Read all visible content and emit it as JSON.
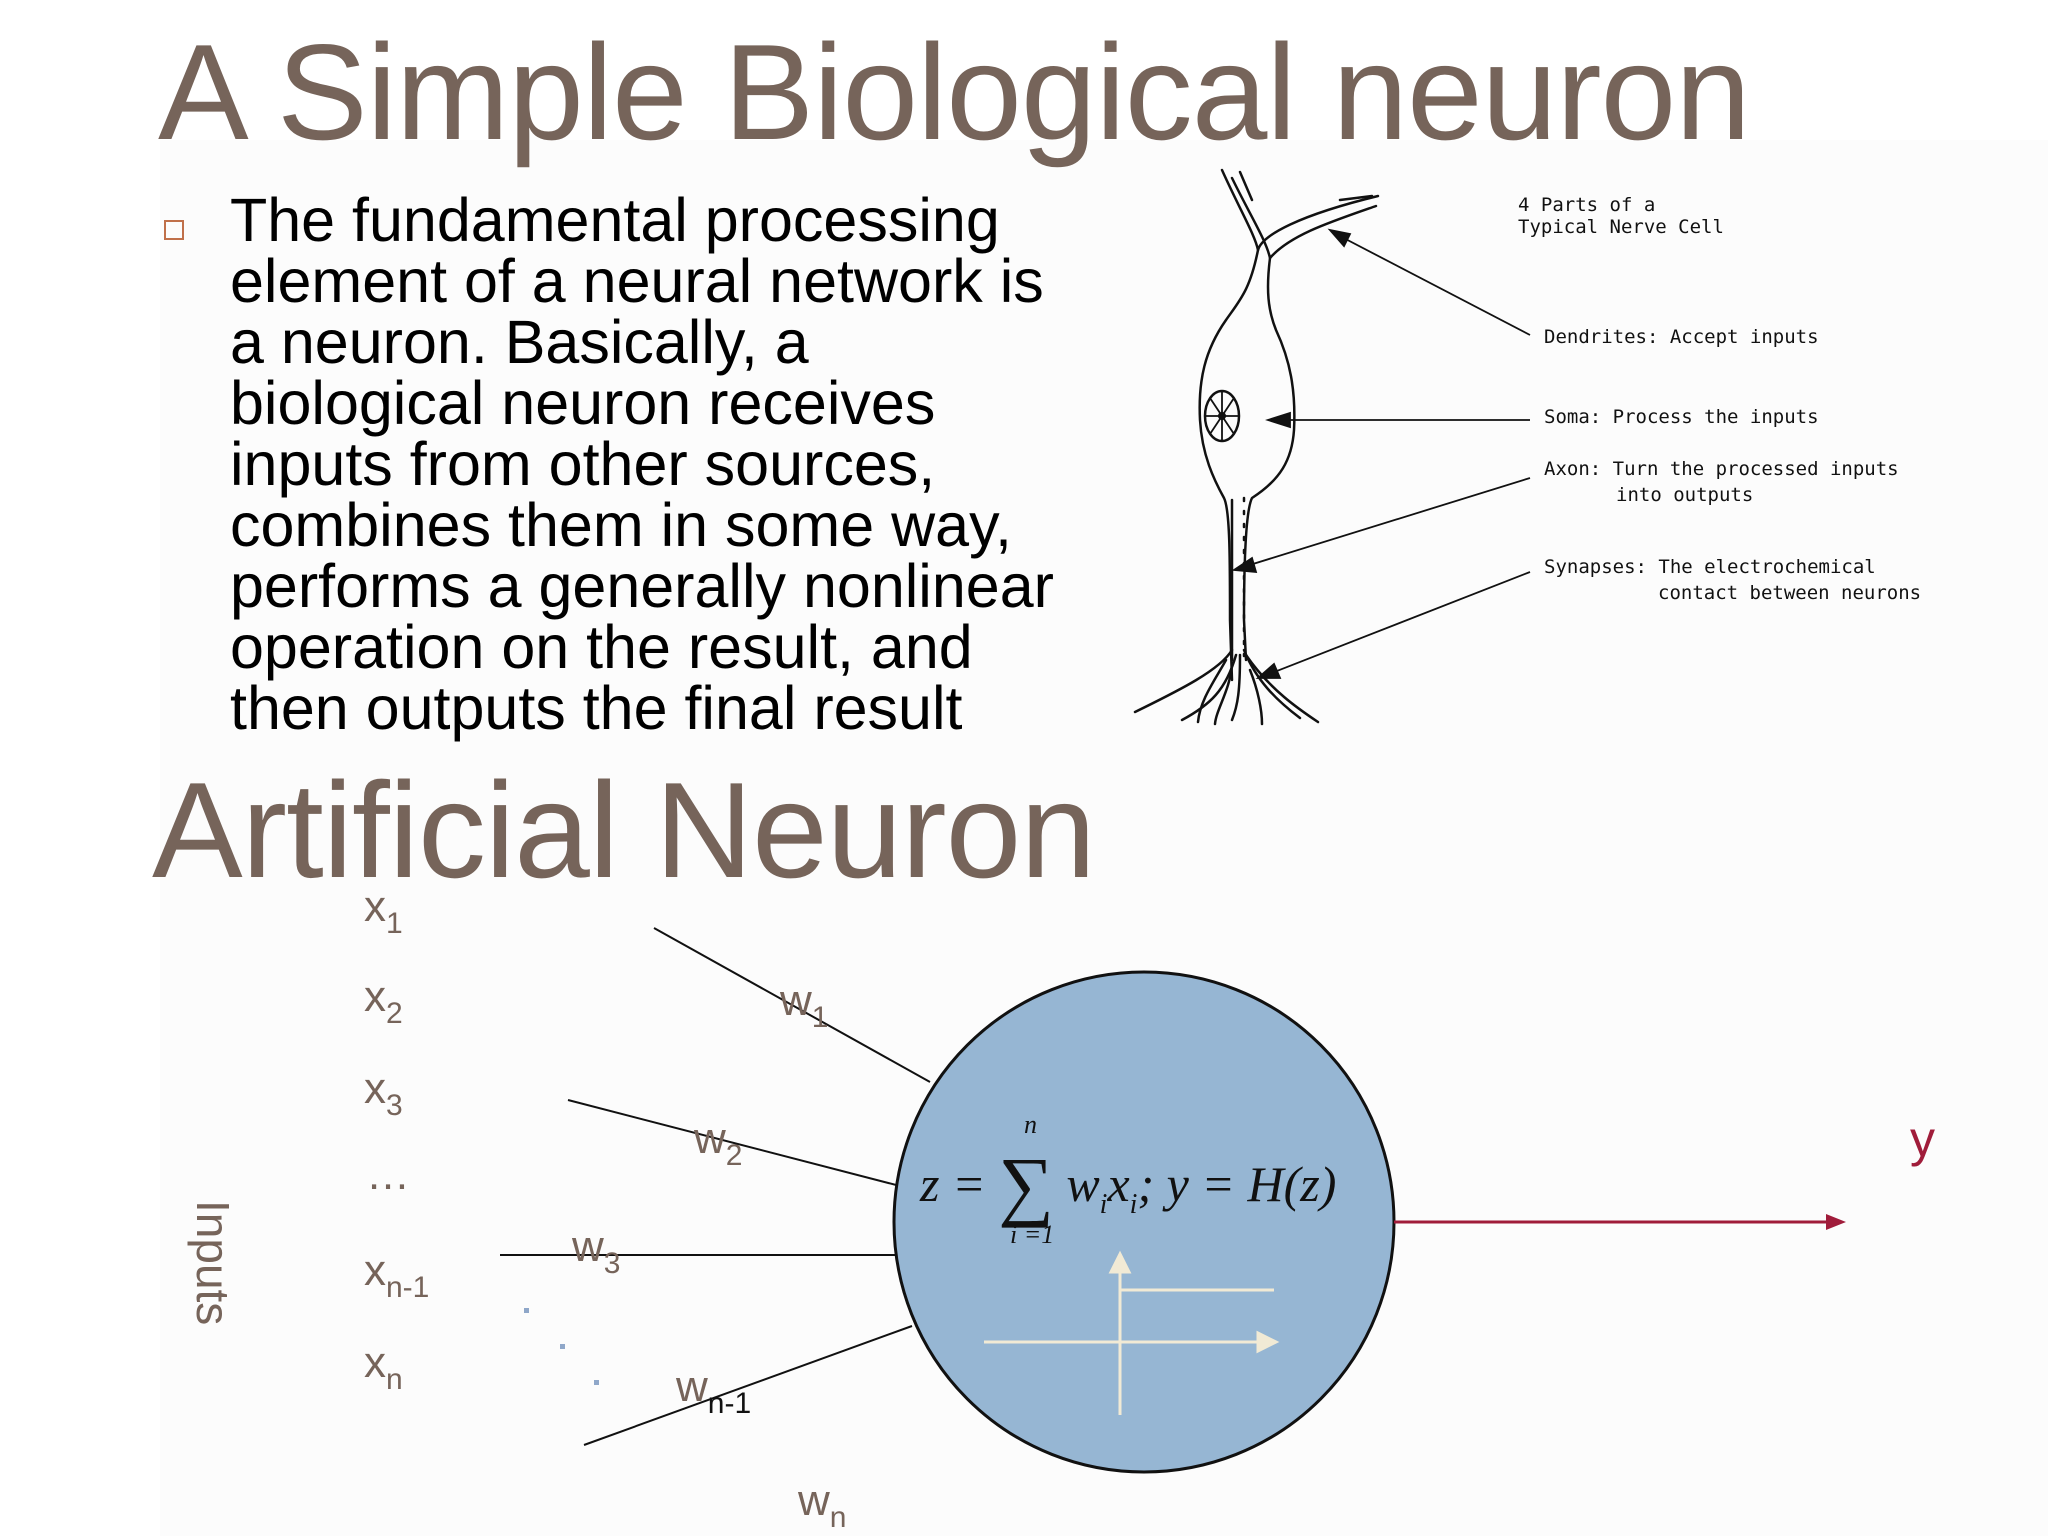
{
  "slide": {
    "title_top": "A Simple Biological neuron",
    "title_bottom": "Artificial Neuron",
    "paragraph_lines": [
      "The fundamental processing",
      "element of a neural network is",
      "a neuron. Basically, a",
      "biological neuron receives",
      "inputs from other sources,",
      "combines them in some way,",
      "performs a generally nonlinear",
      "operation on the result, and",
      "then outputs the final result"
    ]
  },
  "bio_diagram": {
    "heading_line1": "4 Parts of a",
    "heading_line2": "Typical Nerve Cell",
    "dendrites": "Dendrites:  Accept inputs",
    "soma": "Soma:  Process the inputs",
    "axon_line1": "Axon:  Turn the processed inputs",
    "axon_line2": "into outputs",
    "synapses_line1": "Synapses:  The electrochemical",
    "synapses_line2": "contact between neurons"
  },
  "artificial": {
    "inputs_label": "Inputs",
    "x_labels": [
      {
        "base": "x",
        "sub": "1"
      },
      {
        "base": "x",
        "sub": "2"
      },
      {
        "base": "x",
        "sub": "3"
      },
      {
        "base": "…",
        "sub": ""
      },
      {
        "base": "x",
        "sub": "n-1"
      },
      {
        "base": "x",
        "sub": "n"
      }
    ],
    "w_labels": [
      {
        "base": "w",
        "sub": "1"
      },
      {
        "base": "w",
        "sub": "2"
      },
      {
        "base": "w",
        "sub": "3"
      },
      {
        "base": "w",
        "sub": "n-1"
      },
      {
        "base": "w",
        "sub": "n"
      }
    ],
    "output_label": "y",
    "formula": {
      "lhs": "z =",
      "upper": "n",
      "lower": "i =1",
      "term_w": "w",
      "term_wi": "i",
      "term_x": "x",
      "term_xi": "i",
      "rhs": "; y = H(z)"
    },
    "colors": {
      "neuron_fill": "#96b6d3",
      "output_arrow": "#a01c3a",
      "step_function": "#f1ead5",
      "dots": "#8fa7c9"
    }
  }
}
